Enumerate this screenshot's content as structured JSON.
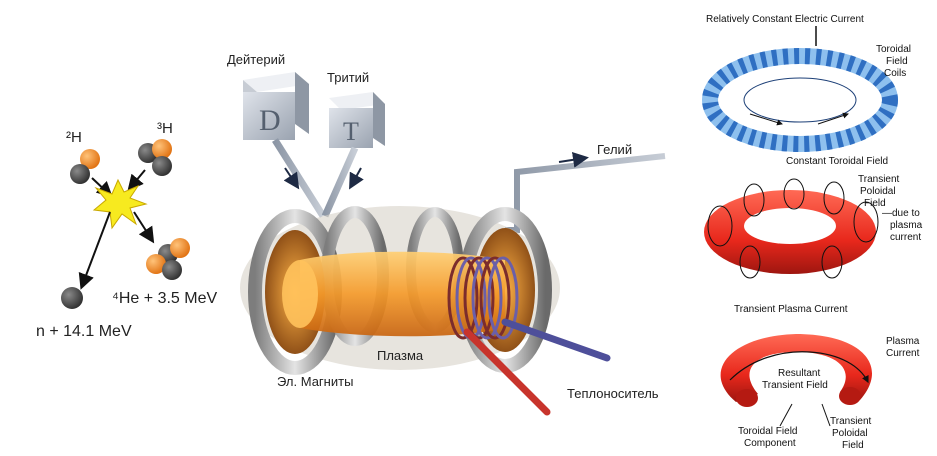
{
  "fusion_reaction": {
    "deuterium_label": "²H",
    "tritium_label": "³H",
    "helium_product": "⁴He + 3.5 MeV",
    "neutron_product": "n + 14.1 MeV"
  },
  "reactor": {
    "deuterium": "Дейтерий",
    "tritium": "Тритий",
    "deuterium_letter": "D",
    "tritium_letter": "T",
    "helium": "Гелий",
    "plasma": "Плазма",
    "magnets": "Эл. Магниты",
    "coolant": "Теплоноситель"
  },
  "tokamak_fields": {
    "top": {
      "current": "Relatively Constant Electric Current",
      "coils": [
        "Toroidal",
        "Field",
        "Coils"
      ],
      "field": "Constant Toroidal Field"
    },
    "middle": {
      "poloidal": [
        "Transient",
        "Poloidal",
        "Field"
      ],
      "due_to": [
        "—due to",
        "plasma",
        "current"
      ],
      "plasma_current": "Transient Plasma Current"
    },
    "bottom": {
      "plasma_current": [
        "Plasma",
        "Current"
      ],
      "resultant": [
        "Resultant",
        "Transient Field"
      ],
      "toroidal_component": [
        "Toroidal Field",
        "Component"
      ],
      "poloidal": [
        "Transient",
        "Poloidal",
        "Field"
      ]
    }
  },
  "colors": {
    "proton": "#f0821e",
    "neutron": "#4a4a4a",
    "flash": "#f7ea1f",
    "plasma": "#f59a2a",
    "coil_blue": "#3a7bd5",
    "torus_red": "#e8281c"
  }
}
